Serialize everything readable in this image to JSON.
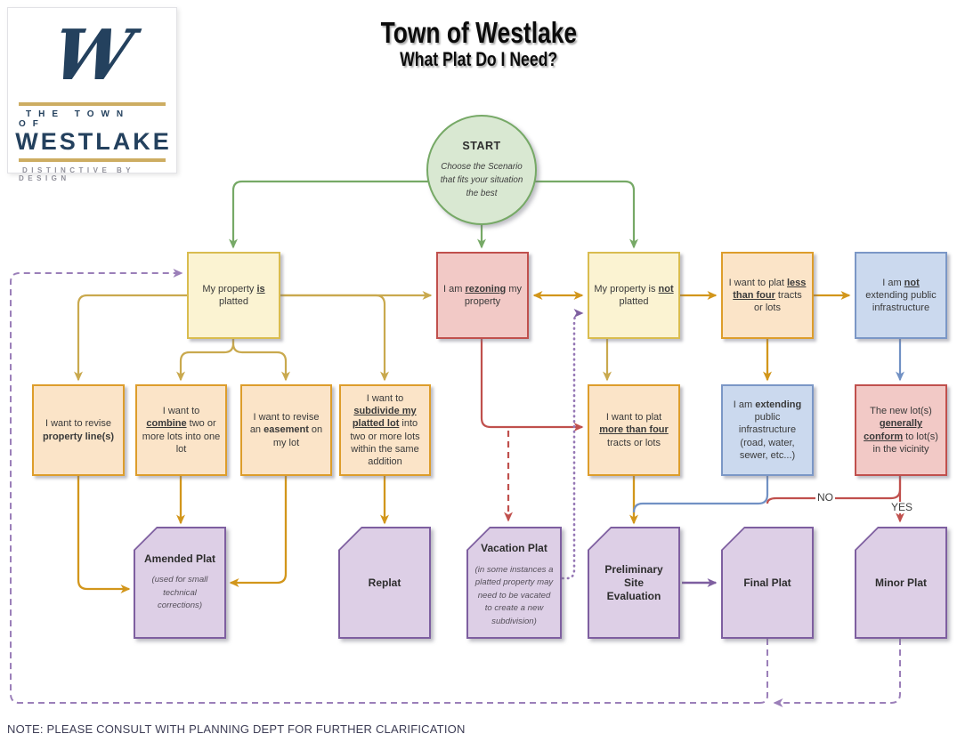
{
  "header": {
    "title": "Town of Westlake",
    "subtitle": "What Plat Do I Need?"
  },
  "logo": {
    "monogram": "W",
    "the_town_of": "THE TOWN OF",
    "westlake": "WESTLAKE",
    "tagline": "DISTINCTIVE BY DESIGN"
  },
  "start": {
    "label": "START",
    "description": "Choose the Scenario that fits your situation the best"
  },
  "nodes": {
    "platted": {
      "pre": "My property ",
      "em": "is",
      "post": " platted"
    },
    "rezoning": {
      "pre": "I am ",
      "em": "rezoning",
      "post": " my property"
    },
    "not_platted": {
      "pre": "My property is ",
      "em": "not",
      "post": " platted"
    },
    "less_than_four": {
      "pre": "I want to plat ",
      "em": "less than four",
      "post": " tracts or lots"
    },
    "not_extending": {
      "pre": "I am ",
      "em": "not",
      "post": " extending public infrastructure"
    },
    "revise_lines": {
      "pre": "I want to revise ",
      "em": "property line(s)",
      "post": ""
    },
    "combine": {
      "pre": "I want to ",
      "em": "combine",
      "post": " two or more lots into one lot"
    },
    "easement": {
      "pre": "I want to revise an ",
      "em": "easement",
      "post": " on my lot"
    },
    "subdivide": {
      "pre": "I want to ",
      "em": "subdivide my platted lot",
      "post": " into two or more lots within the same addition"
    },
    "more_than_four": {
      "pre": "I want to plat ",
      "em": "more than four",
      "post": " tracts or lots"
    },
    "extending": {
      "pre": "I am ",
      "em": "extending",
      "post": " public infrastructure (road, water, sewer, etc...)"
    },
    "conform": {
      "pre": "The new lot(s) ",
      "em": "generally conform",
      "post": " to lot(s) in the vicinity"
    }
  },
  "outputs": {
    "amended": {
      "title": "Amended Plat",
      "note": "(used for small technical corrections)"
    },
    "replat": {
      "title": "Replat"
    },
    "vacation": {
      "title": "Vacation Plat",
      "note": "(in some instances a platted property may need to be vacated to create a new subdivision)"
    },
    "prelim": {
      "title": "Preliminary Site Evaluation"
    },
    "final": {
      "title": "Final Plat"
    },
    "minor": {
      "title": "Minor Plat"
    }
  },
  "branch_labels": {
    "no": "NO",
    "yes": "YES"
  },
  "note": "NOTE: PLEASE CONSULT WITH PLANNING DEPT FOR FURTHER CLARIFICATION",
  "colors": {
    "green": "#76A966",
    "green_fill": "#D9E8D2",
    "gold_light": "#C9A94E",
    "gold_amber": "#D2961B",
    "yellow_fill": "#FBF3D2",
    "yellow_border": "#D9BC4F",
    "orange_fill": "#FBE4C8",
    "orange_border": "#DD9D2B",
    "red": "#C0504D",
    "red_fill": "#F2C9C6",
    "blue": "#7191C4",
    "blue_fill": "#CBD9EE",
    "purple": "#7E5FA0",
    "purple_fill": "#DDCFE6",
    "purple_dash": "#9B7FB9",
    "navy": "#24415E"
  }
}
